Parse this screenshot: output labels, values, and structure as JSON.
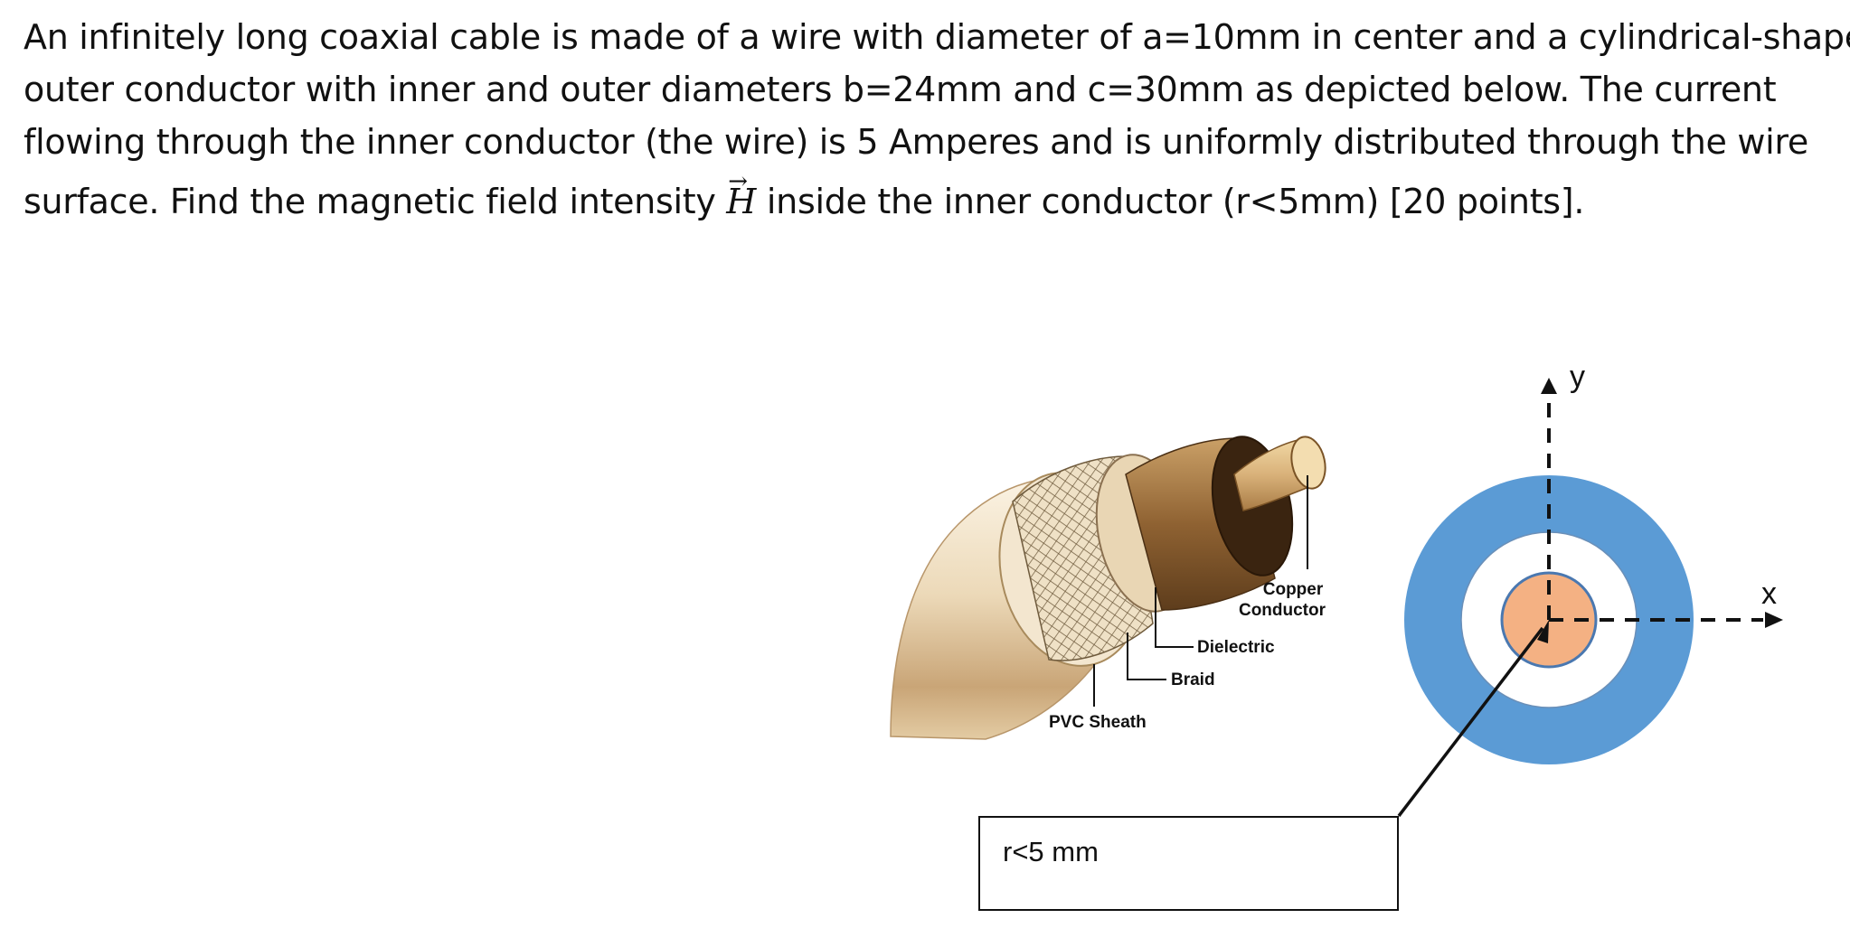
{
  "problem": {
    "line1": "An infinitely long coaxial cable is made of a wire with diameter of a=10mm in center and a cylindrical-shaped",
    "line2": "outer conductor with inner and outer diameters b=24mm and c=30mm as depicted below. The current",
    "line3": "flowing through the inner conductor (the wire) is 5 Amperes and is uniformly distributed through the wire",
    "line4_before": "surface. Find the magnetic field intensity ",
    "h_symbol": "H",
    "line4_after": " inside the inner conductor (r<5mm) [20 points]."
  },
  "cable_labels": {
    "copper_line1": "Copper",
    "copper_line2": "Conductor",
    "dielectric": "Dielectric",
    "braid": "Braid",
    "pvc_sheath": "PVC Sheath"
  },
  "cross_section": {
    "x_axis": "x",
    "y_axis": "y",
    "outer_color": "#5b9bd5",
    "inner_color": "#f4b183"
  },
  "callout": {
    "text": "r<5 mm"
  }
}
